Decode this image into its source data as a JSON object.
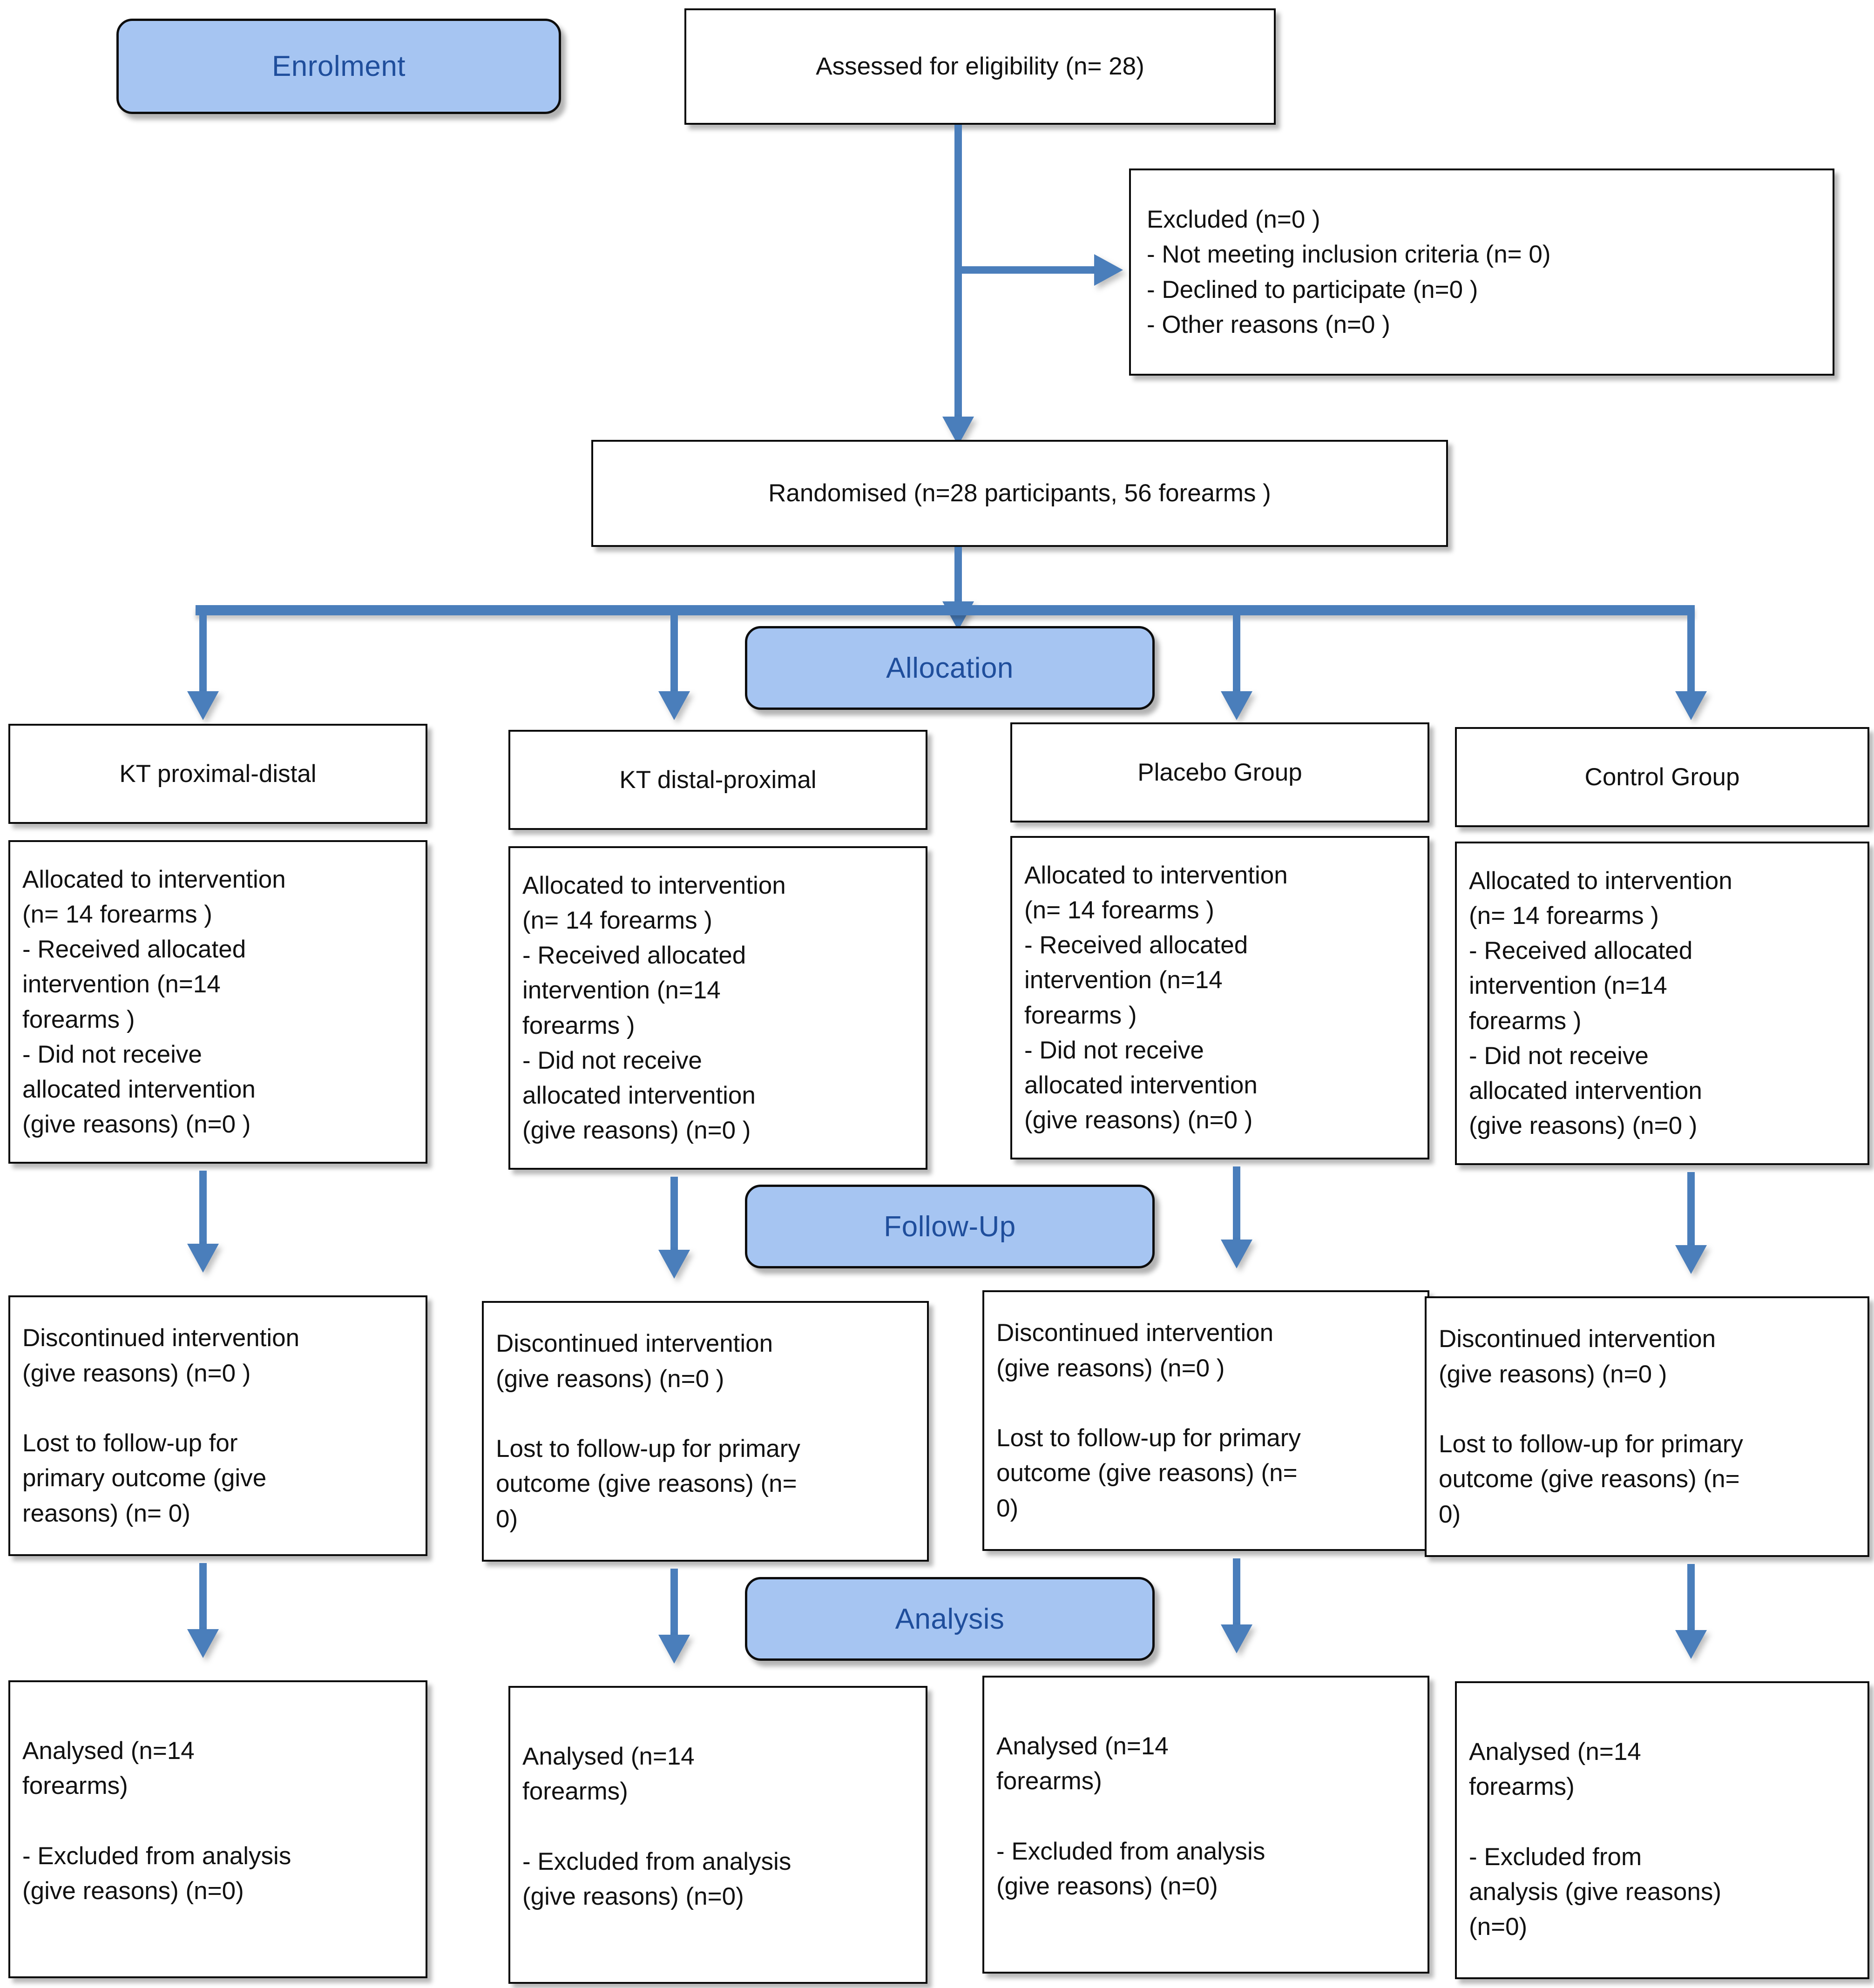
{
  "diagram": {
    "title": "CONSORT participant flow diagram",
    "accent_blue": "#4A7EBB",
    "pill_fill": "#A6C5F2",
    "pill_text_color": "#1F4E9C",
    "box_border_color": "#0a0a0a"
  },
  "stages": {
    "enrolment": "Enrolment",
    "allocation": "Allocation",
    "followup": "Follow-Up",
    "analysis": "Analysis"
  },
  "enrolment": {
    "assessed": "Assessed for eligibility (n= 28)",
    "excluded": "Excluded (n=0 )\n        - Not meeting inclusion criteria (n= 0)\n        - Declined to participate (n=0 )\n        - Other reasons (n=0 )",
    "randomised": "Randomised (n=28 participants, 56 forearms )"
  },
  "groups": [
    {
      "id": "kt-proximal-distal",
      "header": "KT proximal-distal",
      "allocated": "Allocated to intervention\n(n= 14 forearms )\n        - Received allocated\nintervention (n=14\nforearms )\n        - Did not receive\nallocated intervention\n(give reasons) (n=0 )",
      "followup": "Discontinued intervention\n(give reasons) (n=0 )\n\nLost to follow-up for\nprimary outcome (give\nreasons) (n= 0)",
      "analysis": "Analysed  (n=14\nforearms)\n\n- Excluded from analysis\n(give reasons) (n=0)"
    },
    {
      "id": "kt-distal-proximal",
      "header": "KT distal-proximal",
      "allocated": "Allocated to intervention\n(n= 14 forearms )\n        - Received allocated\nintervention (n=14\nforearms )\n        - Did not receive\nallocated intervention\n(give reasons) (n=0 )",
      "followup": "Discontinued intervention\n(give reasons) (n=0 )\n\nLost to follow-up for primary\noutcome (give reasons) (n=\n0)",
      "analysis": "Analysed  (n=14\nforearms)\n\n- Excluded from analysis\n(give reasons) (n=0)"
    },
    {
      "id": "placebo-group",
      "header": "Placebo Group",
      "allocated": "Allocated to intervention\n(n= 14 forearms )\n        - Received allocated\nintervention (n=14\nforearms )\n        - Did not receive\nallocated intervention\n(give reasons) (n=0 )",
      "followup": "Discontinued intervention\n(give reasons) (n=0 )\n\nLost to follow-up for primary\noutcome (give reasons) (n=\n0)",
      "analysis": "Analysed  (n=14\nforearms)\n\n- Excluded from analysis\n(give reasons) (n=0)"
    },
    {
      "id": "control-group",
      "header": "Control Group",
      "allocated": "Allocated to intervention\n(n= 14 forearms )\n        - Received allocated\nintervention (n=14\nforearms )\n        - Did not receive\nallocated intervention\n(give reasons) (n=0 )",
      "followup": "Discontinued intervention\n(give reasons) (n=0 )\n\nLost to follow-up for primary\noutcome (give reasons) (n=\n0)",
      "analysis": "Analysed  (n=14\nforearms)\n\n- Excluded from\nanalysis (give reasons)\n(n=0)"
    }
  ]
}
